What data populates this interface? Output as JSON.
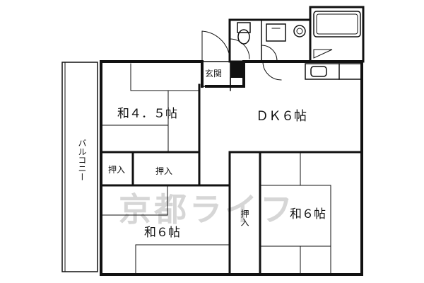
{
  "floorplan": {
    "rooms": {
      "washitsu_45": "和４．５帖",
      "dk_6": "ＤＫ６帖",
      "washitsu_6_left": "和６帖",
      "washitsu_6_right": "和６帖"
    },
    "labels": {
      "genkan": "玄関",
      "balcony": "バルコニー",
      "oshiire_small": "押入",
      "oshiire_wide": "押入",
      "oshiire_vertical": "押入"
    },
    "watermark": "京都ライフ",
    "colors": {
      "line": "#111111",
      "watermark": "#d6d6d6"
    }
  }
}
